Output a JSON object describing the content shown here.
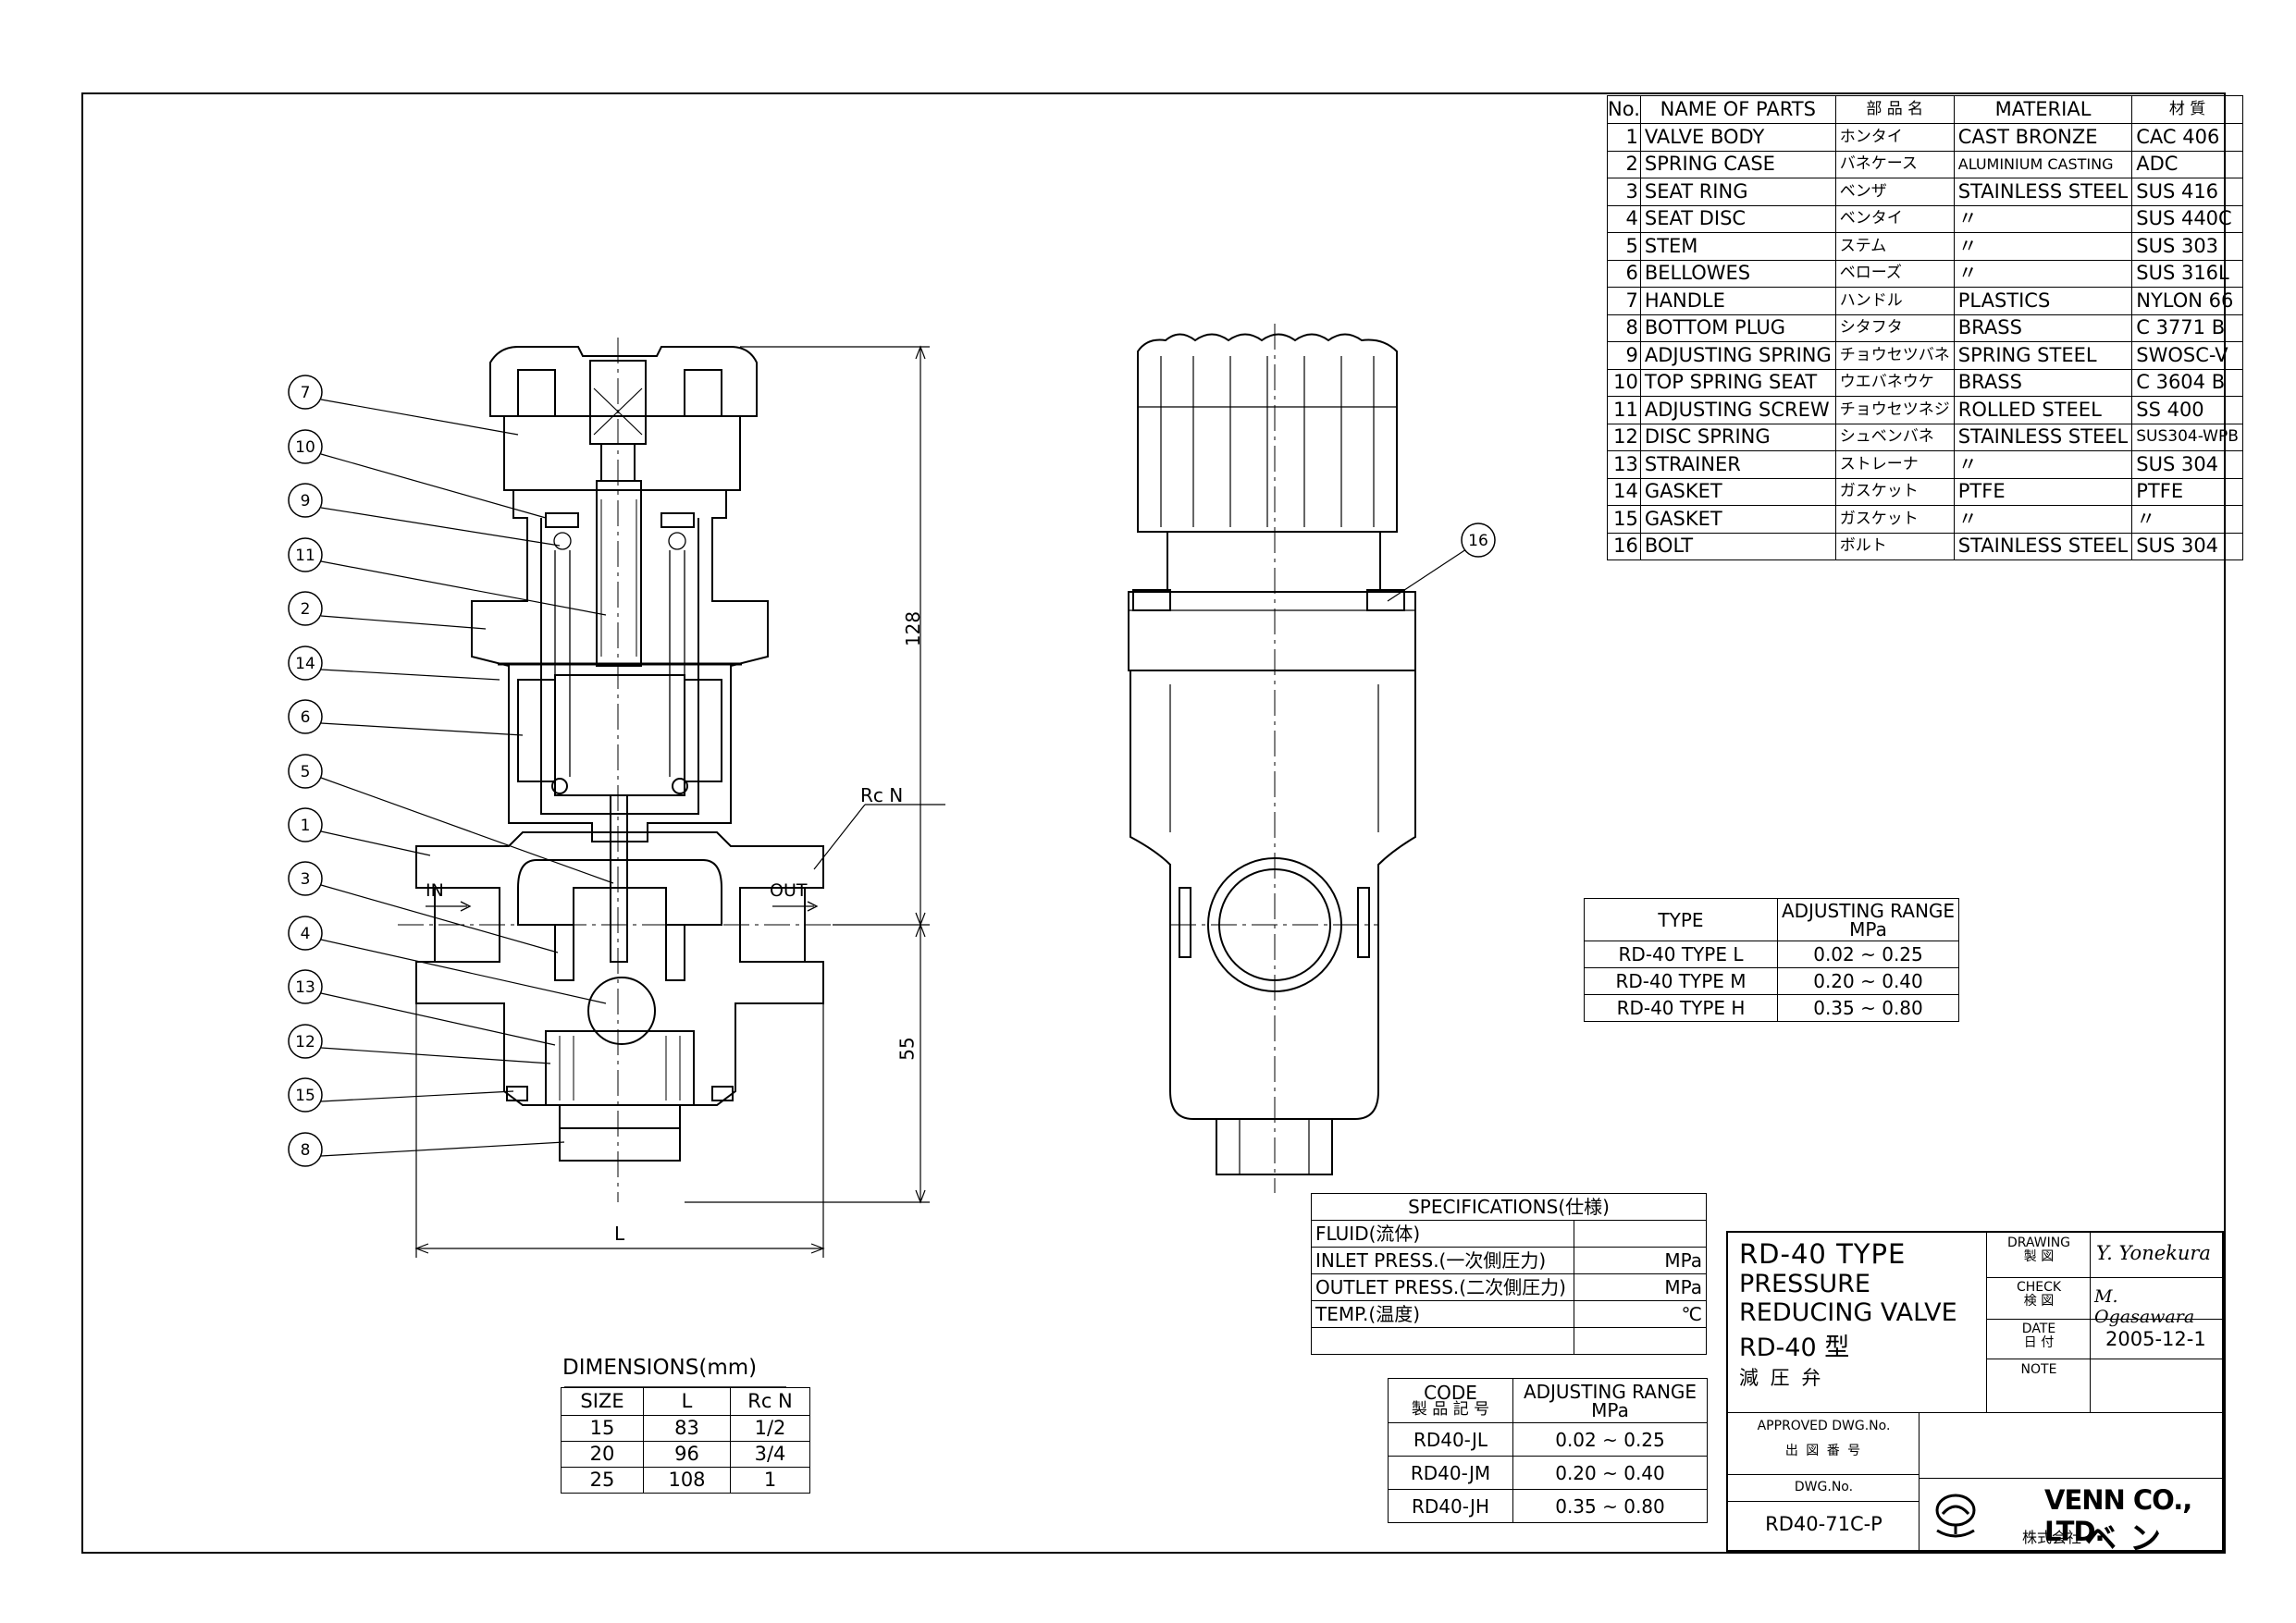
{
  "parts_list": {
    "headers": [
      "No.",
      "NAME OF PARTS",
      "部 品 名",
      "MATERIAL",
      "材 質"
    ],
    "rows": [
      [
        "1",
        "VALVE BODY",
        "ホンタイ",
        "CAST BRONZE",
        "CAC 406"
      ],
      [
        "2",
        "SPRING CASE",
        "バネケース",
        "ALUMINIUM CASTING",
        "ADC"
      ],
      [
        "3",
        "SEAT RING",
        "ベンザ",
        "STAINLESS STEEL",
        "SUS 416"
      ],
      [
        "4",
        "SEAT DISC",
        "ベンタイ",
        "〃",
        "SUS 440C"
      ],
      [
        "5",
        "STEM",
        "ステム",
        "〃",
        "SUS 303"
      ],
      [
        "6",
        "BELLOWES",
        "ベローズ",
        "〃",
        "SUS 316L"
      ],
      [
        "7",
        "HANDLE",
        "ハンドル",
        "PLASTICS",
        "NYLON 66"
      ],
      [
        "8",
        "BOTTOM PLUG",
        "シタフタ",
        "BRASS",
        "C 3771 B"
      ],
      [
        "9",
        "ADJUSTING SPRING",
        "チョウセツバネ",
        "SPRING STEEL",
        "SWOSC-V"
      ],
      [
        "10",
        "TOP SPRING SEAT",
        "ウエバネウケ",
        "BRASS",
        "C 3604 B"
      ],
      [
        "11",
        "ADJUSTING SCREW",
        "チョウセツネジ",
        "ROLLED STEEL",
        "SS 400"
      ],
      [
        "12",
        "DISC SPRING",
        "シュベンバネ",
        "STAINLESS STEEL",
        "SUS304-WPB"
      ],
      [
        "13",
        "STRAINER",
        "ストレーナ",
        "〃",
        "SUS 304"
      ],
      [
        "14",
        "GASKET",
        "ガスケット",
        "PTFE",
        "PTFE"
      ],
      [
        "15",
        "GASKET",
        "ガスケット",
        "〃",
        "〃"
      ],
      [
        "16",
        "BOLT",
        "ボルト",
        "STAINLESS STEEL",
        "SUS 304"
      ]
    ]
  },
  "type_table": {
    "headers": [
      "TYPE",
      "ADJUSTING RANGE",
      "MPa"
    ],
    "rows": [
      [
        "RD-40  TYPE  L",
        "0.02 ~ 0.25"
      ],
      [
        "RD-40  TYPE  M",
        "0.20 ~ 0.40"
      ],
      [
        "RD-40  TYPE  H",
        "0.35 ~ 0.80"
      ]
    ]
  },
  "specifications": {
    "title": "SPECIFICATIONS(仕様)",
    "rows": [
      [
        "FLUID(流体)",
        ""
      ],
      [
        "INLET PRESS.(一次側圧力)",
        "MPa"
      ],
      [
        "OUTLET PRESS.(二次側圧力)",
        "MPa"
      ],
      [
        "TEMP.(温度)",
        "℃"
      ],
      [
        "",
        ""
      ]
    ]
  },
  "code_table": {
    "headers": [
      "CODE",
      "製 品 記 号",
      "ADJUSTING RANGE",
      "MPa"
    ],
    "rows": [
      [
        "RD40-JL",
        "0.02 ~ 0.25"
      ],
      [
        "RD40-JM",
        "0.20 ~ 0.40"
      ],
      [
        "RD40-JH",
        "0.35 ~ 0.80"
      ]
    ]
  },
  "dimensions": {
    "title": "DIMENSIONS(mm)",
    "headers": [
      "SIZE",
      "L",
      "Rc N"
    ],
    "rows": [
      [
        "15",
        "83",
        "1/2"
      ],
      [
        "20",
        "96",
        "3/4"
      ],
      [
        "25",
        "108",
        "1"
      ]
    ]
  },
  "title_block": {
    "title_lines": [
      "RD-40  TYPE",
      "PRESSURE",
      "REDUCING  VALVE",
      "RD-40 型",
      "減 圧 弁"
    ],
    "drawing_label": "DRAWING",
    "drawing_label_jp": "製  図",
    "drawing_name": "Y. Yonekura",
    "check_label": "CHECK",
    "check_label_jp": "検  図",
    "check_name": "M. Ogasawara",
    "date_label": "DATE",
    "date_label_jp": "日  付",
    "date_value": "2005-12-1",
    "note_label": "NOTE",
    "approved_label": "APPROVED DWG.No.",
    "approved_label_jp": "出 図 番 号",
    "dwg_label": "DWG.No.",
    "dwg_no": "RD40-71C-P",
    "company_en": "VENN CO., LTD.",
    "company_jp": "株式会社",
    "company_logo_text": "ベン"
  },
  "drawing": {
    "balloons": [
      "7",
      "10",
      "9",
      "11",
      "2",
      "14",
      "6",
      "5",
      "1",
      "3",
      "4",
      "13",
      "12",
      "15",
      "8",
      "16"
    ],
    "dim_height_top": "128",
    "dim_height_bottom": "55",
    "dim_length": "L",
    "port_label": "Rc N",
    "in_label": "IN",
    "out_label": "OUT"
  }
}
